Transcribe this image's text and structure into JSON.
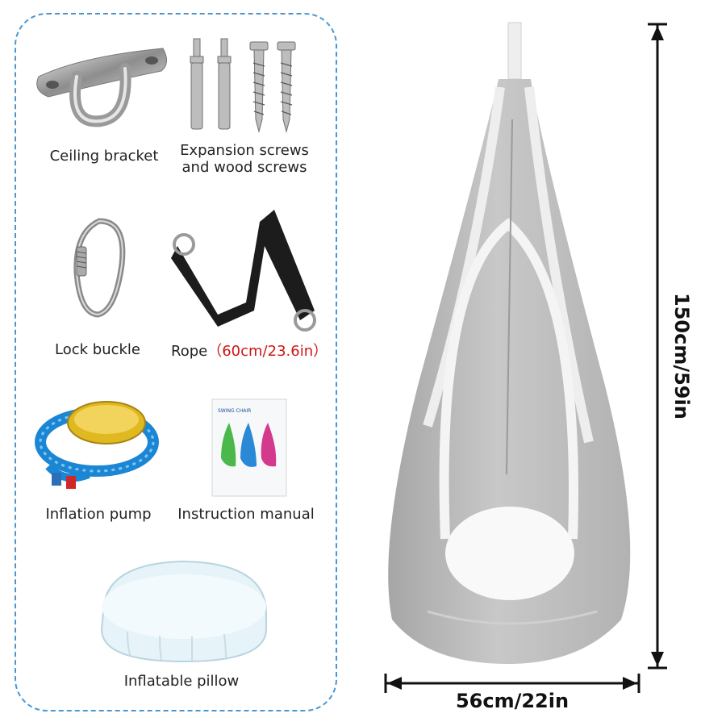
{
  "accessories": {
    "ceiling_bracket": "Ceiling bracket",
    "screws_line1": "Expansion screws",
    "screws_line2": "and wood screws",
    "lock_buckle": "Lock buckle",
    "rope": "Rope",
    "rope_size": "（60cm/23.6in）",
    "inflation_pump": "Inflation pump",
    "instruction_manual": "Instruction manual",
    "inflatable_pillow": "Inflatable pillow"
  },
  "manual_cover_text": "SWING CHAIR",
  "dimensions": {
    "height": "150cm/59in",
    "width": "56cm/22in"
  },
  "colors": {
    "frame_dashed": "#4a97d0",
    "rope_size_text": "#d01414",
    "chair_fabric": "#b9b9b9",
    "strap": "#1c1c1c"
  }
}
